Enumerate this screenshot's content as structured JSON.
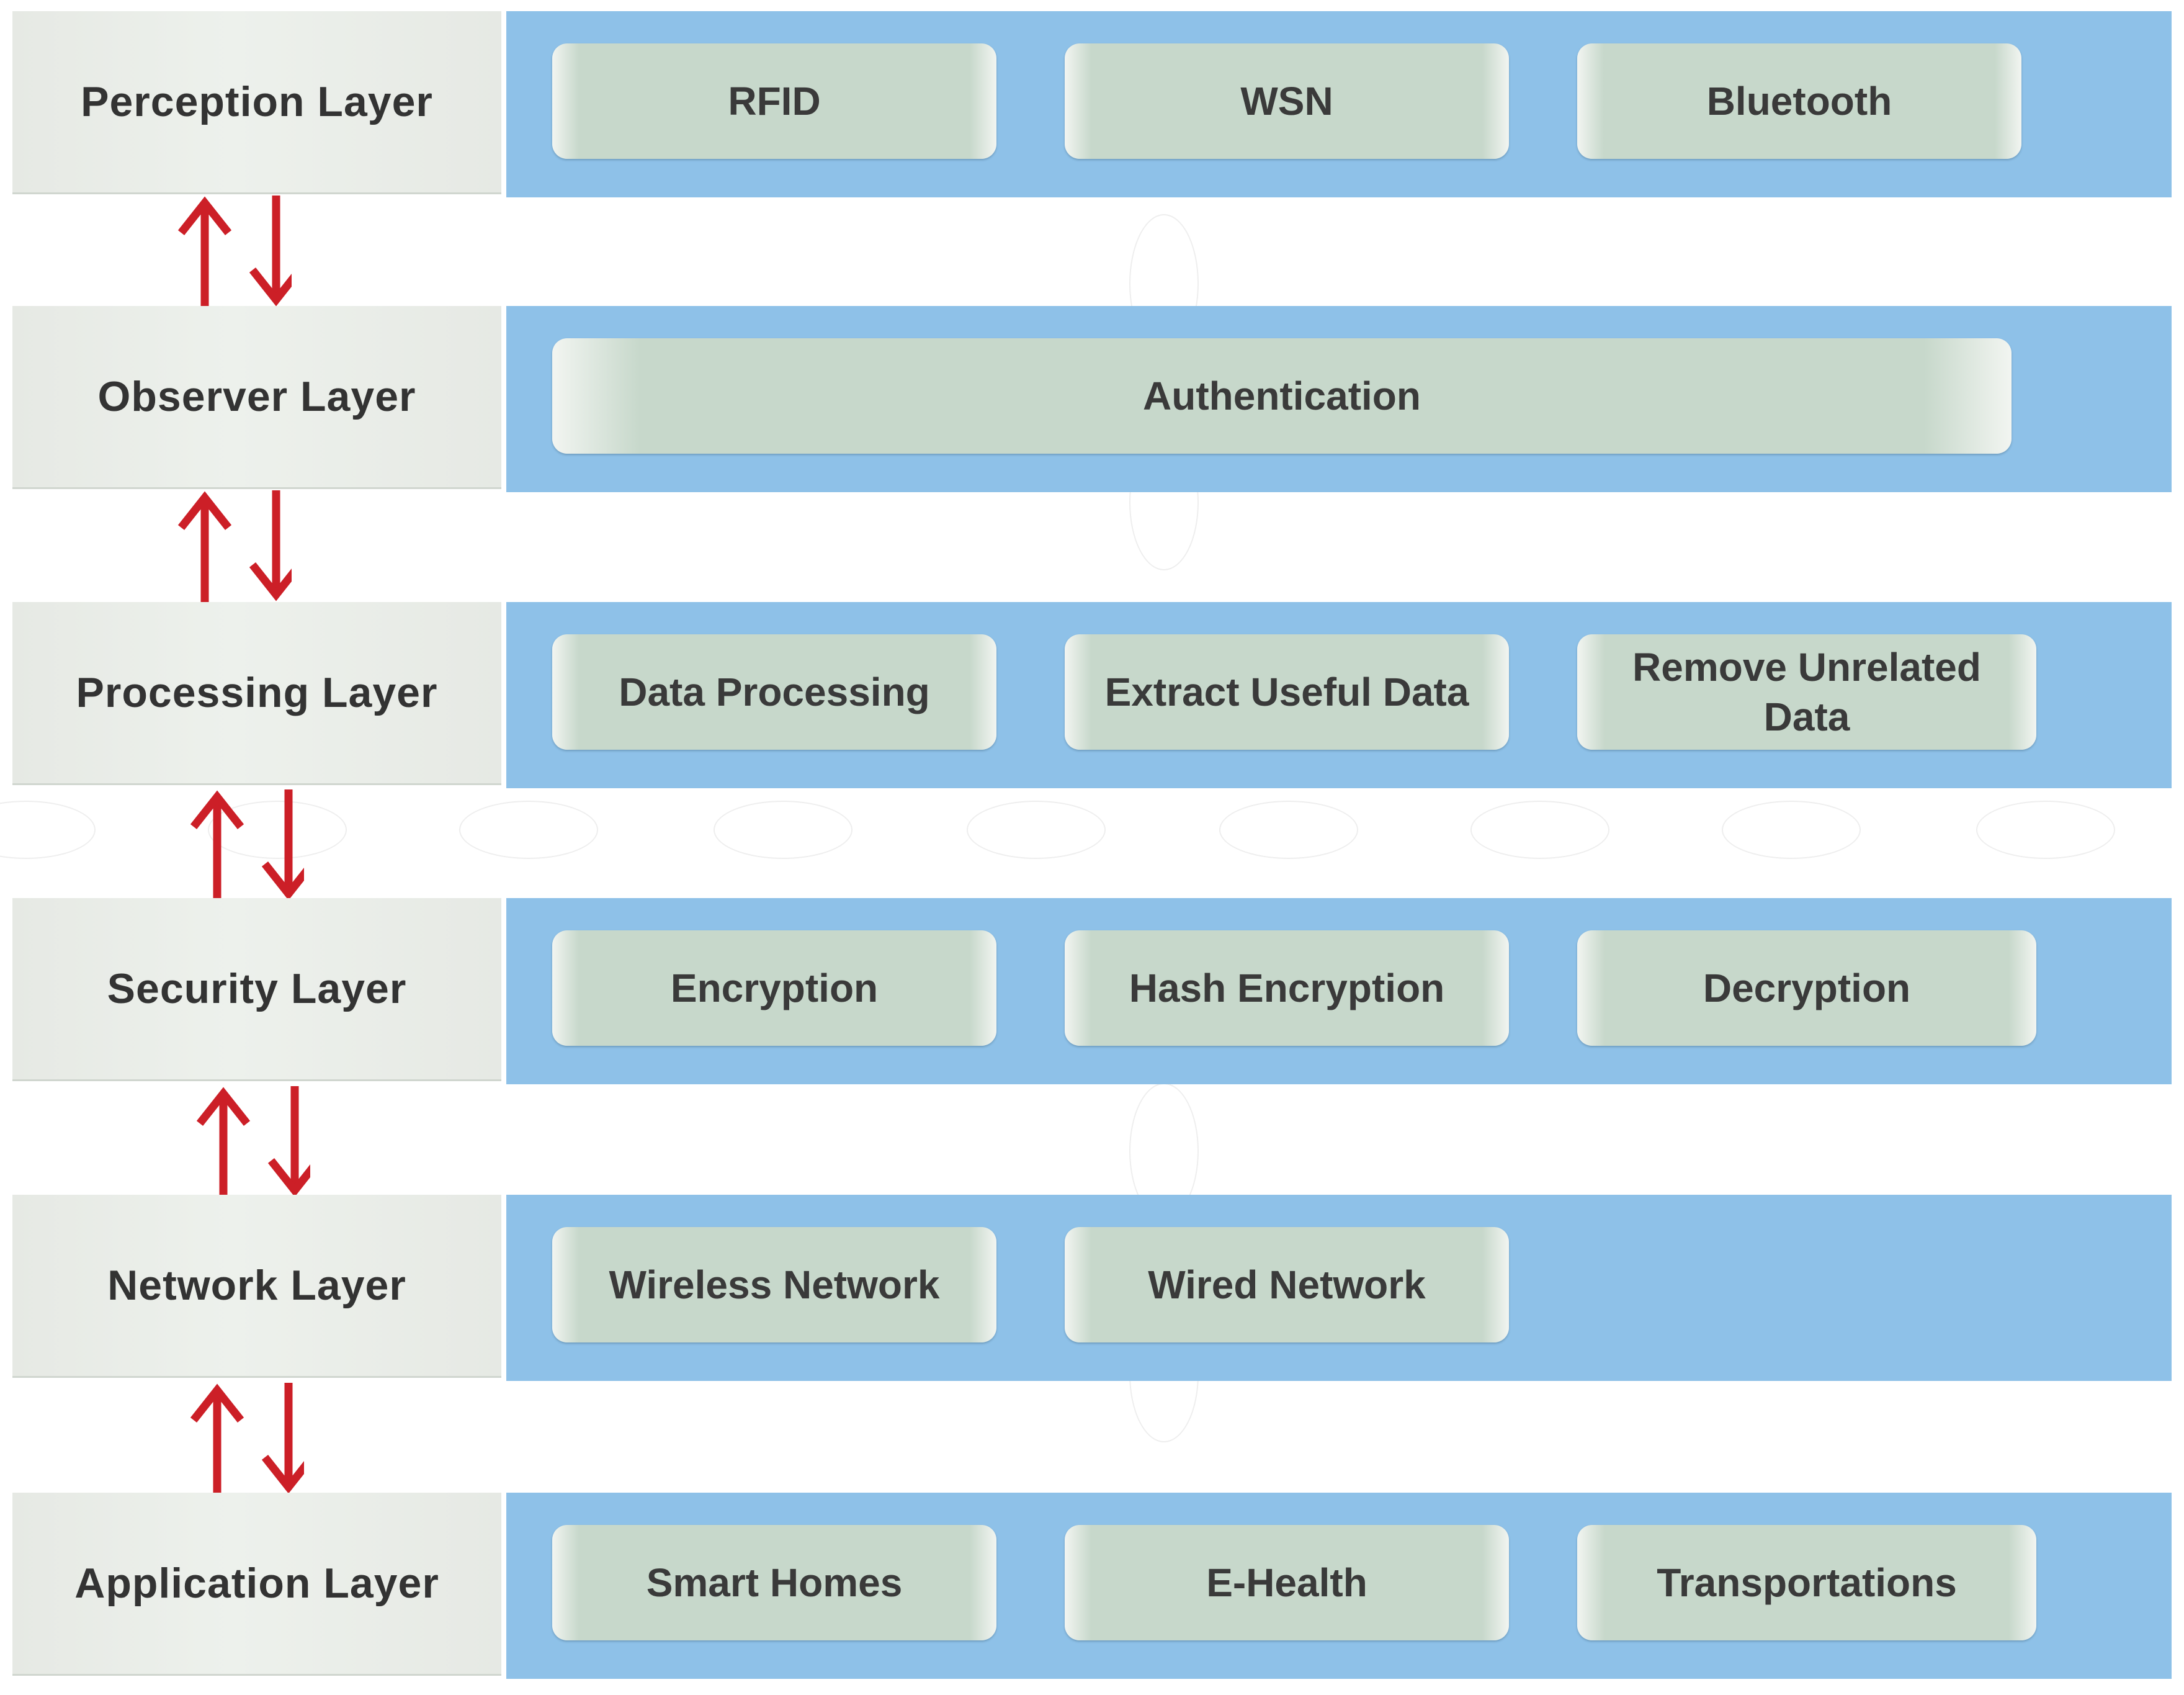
{
  "layers": [
    {
      "label": "Perception Layer",
      "modules": [
        "RFID",
        "WSN",
        "Bluetooth"
      ]
    },
    {
      "label": "Observer Layer",
      "modules": [
        "Authentication"
      ]
    },
    {
      "label": "Processing Layer",
      "modules": [
        "Data Processing",
        "Extract Useful Data",
        "Remove Unrelated Data"
      ]
    },
    {
      "label": "Security Layer",
      "modules": [
        "Encryption",
        "Hash Encryption",
        "Decryption"
      ]
    },
    {
      "label": "Network Layer",
      "modules": [
        "Wireless Network",
        "Wired Network"
      ]
    },
    {
      "label": "Application Layer",
      "modules": [
        "Smart Homes",
        "E-Health",
        "Transportations"
      ]
    }
  ],
  "colors": {
    "band": "#8ec1e8",
    "module": "#c7d8cb",
    "label_panel": "#e8ece7",
    "arrow": "#cc1f27",
    "text": "#333333"
  }
}
